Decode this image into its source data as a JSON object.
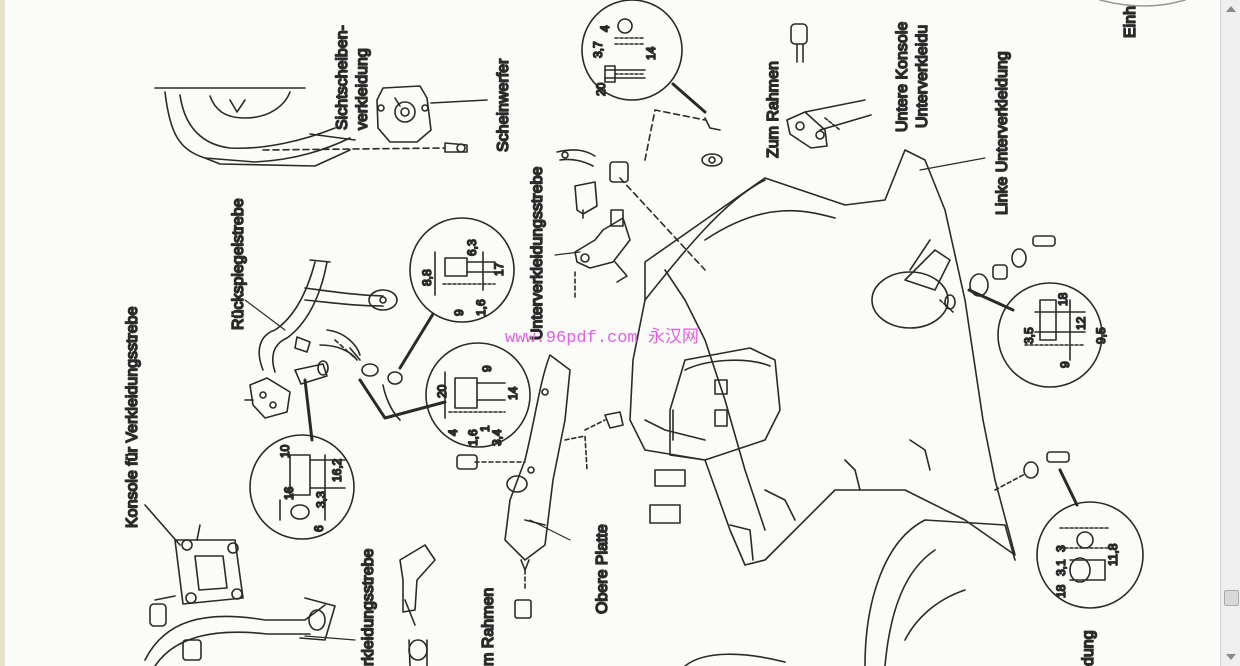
{
  "labels": {
    "konsole": "Konsole für Verkleidungsstrebe",
    "rueckspiegel": "Rückspiegelstrebe",
    "sichtscheiben_1": "Sichtscheiben-",
    "sichtscheiben_2": "verkleidung",
    "scheinwerfer": "Scheinwerfer",
    "unterverkleidungsstrebe": "Unterverkleidungsstrebe",
    "zum_rahmen_top": "Zum Rahmen",
    "untere_konsole_1": "Untere Konsole",
    "untere_konsole_2": "Unterverkleidu",
    "linke_unterverkleidung": "Linke Unterverkleidung",
    "einh": "Einh",
    "obere_platte": "Obere Platte",
    "m_rahmen": "m Rahmen",
    "verkleidungsstrebe": "rkleidungsstrebe",
    "dung": "dung"
  },
  "watermark": "www.96pdf.com 永汉网",
  "dims": {
    "c1": {
      "a": "20",
      "b": "3,7",
      "c": "4",
      "d": "14"
    },
    "c2": {
      "a": "8,8",
      "b": "6,3",
      "c": "9",
      "d": "1,6",
      "e": "17"
    },
    "c3": {
      "a": "20",
      "b": "9",
      "c": "4",
      "d": "1,6",
      "e": "1",
      "f": "3,4",
      "g": "14"
    },
    "c4": {
      "a": "10",
      "b": "16",
      "c": "3,3",
      "d": "16,2",
      "e": "6"
    },
    "c5": {
      "a": "3,5",
      "b": "18",
      "c": "12",
      "d": "9",
      "e": "9,5"
    },
    "c6": {
      "a": "18",
      "b": "3,1",
      "c": "3",
      "d": "11,8"
    }
  }
}
